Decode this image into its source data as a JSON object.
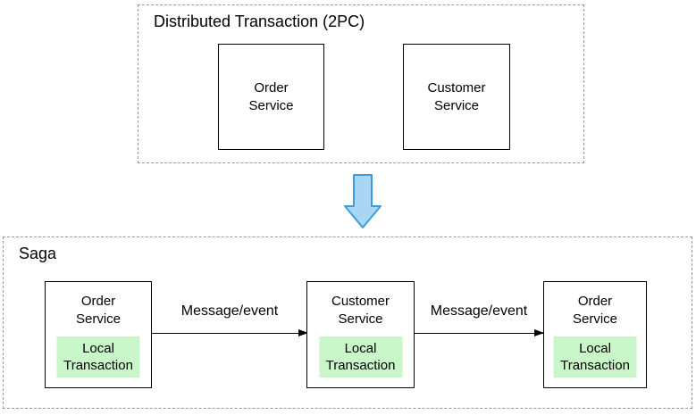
{
  "top": {
    "title": "Distributed Transaction (2PC)",
    "services": [
      {
        "label": "Order\nService"
      },
      {
        "label": "Customer\nService"
      }
    ]
  },
  "saga": {
    "title": "Saga",
    "nodes": [
      {
        "service": "Order\nService",
        "transaction": "Local\nTransaction"
      },
      {
        "service": "Customer\nService",
        "transaction": "Local\nTransaction"
      },
      {
        "service": "Order\nService",
        "transaction": "Local\nTransaction"
      }
    ],
    "links": [
      {
        "label": "Message/event"
      },
      {
        "label": "Message/event"
      }
    ]
  },
  "icons": {
    "transform_arrow": "down-arrow-icon"
  },
  "colors": {
    "local_transaction_bg": "#c9f6c9",
    "transform_arrow_fill": "#a9d6f3",
    "transform_arrow_stroke": "#3e9cdb",
    "dashed_border": "#999999",
    "solid_border": "#000000"
  }
}
